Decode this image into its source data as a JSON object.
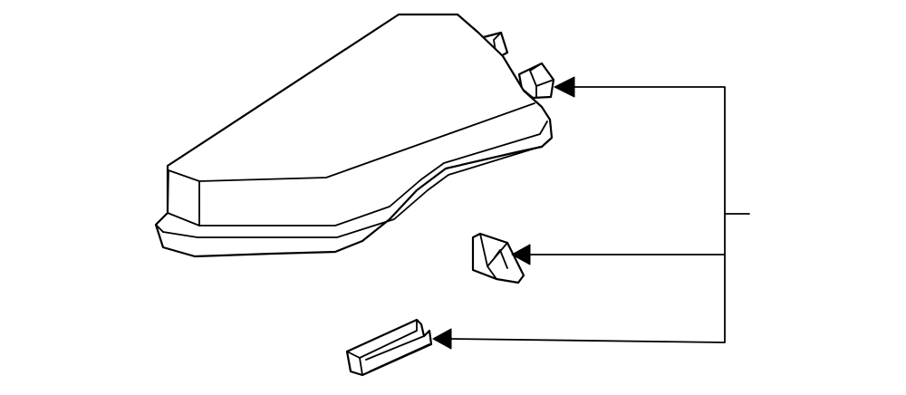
{
  "diagram": {
    "parts": [
      "cover",
      "clip",
      "bracket"
    ],
    "colors": {
      "line": "#000000",
      "background": "#ffffff"
    }
  }
}
